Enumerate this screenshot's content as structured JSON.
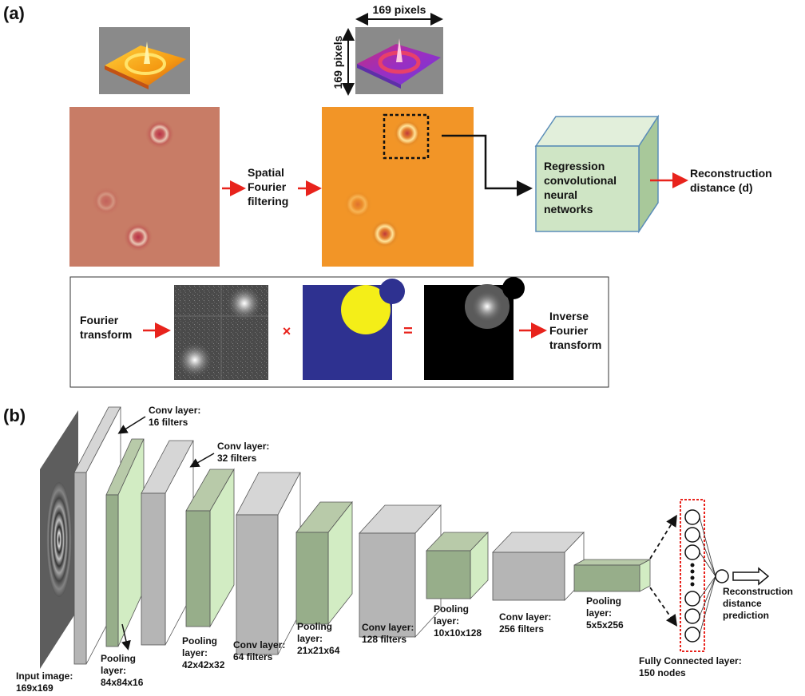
{
  "panel_a": {
    "letter": "(a)",
    "dim_width": "169  pixels",
    "dim_height": "169 pixels",
    "spatial_filter_lines": [
      "Spatial",
      "Fourier",
      "filtering"
    ],
    "cnn_box_lines": [
      "Regression",
      "convolutional",
      "neural",
      "networks"
    ],
    "output_lines": [
      "Reconstruction",
      "distance (d)"
    ],
    "fourier_transform_lines": [
      "Fourier",
      "transform"
    ],
    "multiply_symbol": "×",
    "equals_symbol": "=",
    "inverse_transform_lines": [
      "Inverse",
      "Fourier",
      "transform"
    ],
    "colors": {
      "arrow": "#e8231c",
      "cnn_box": "#cfe5c5",
      "mask_bg": "#2e3190",
      "mask_disk": "#f4ee18"
    }
  },
  "panel_b": {
    "letter": "(b)",
    "input_lines": [
      "Input image:",
      "169x169"
    ],
    "conv16_lines": [
      "Conv layer:",
      "16 filters"
    ],
    "conv32_lines": [
      "Conv layer:",
      "32 filters"
    ],
    "pool84_lines": [
      "Pooling",
      "layer:",
      "84x84x16"
    ],
    "pool42_lines": [
      "Pooling",
      "layer:",
      "42x42x32"
    ],
    "conv64_lines": [
      "Conv layer:",
      "64 filters"
    ],
    "pool21_lines": [
      "Pooling",
      "layer:",
      "21x21x64"
    ],
    "conv128_lines": [
      "Conv layer:",
      "128 filters"
    ],
    "pool10_lines": [
      "Pooling",
      "layer:",
      "10x10x128"
    ],
    "conv256_lines": [
      "Conv layer:",
      "256 filters"
    ],
    "pool5_lines": [
      "Pooling",
      "layer:",
      "5x5x256"
    ],
    "fc_lines": [
      "Fully Connected layer:",
      "150 nodes"
    ],
    "prediction_lines": [
      "Reconstruction",
      "distance",
      "prediction"
    ],
    "colors": {
      "conv_layer": "#b9b9b9",
      "pool_layer": "#a9c49b"
    }
  }
}
